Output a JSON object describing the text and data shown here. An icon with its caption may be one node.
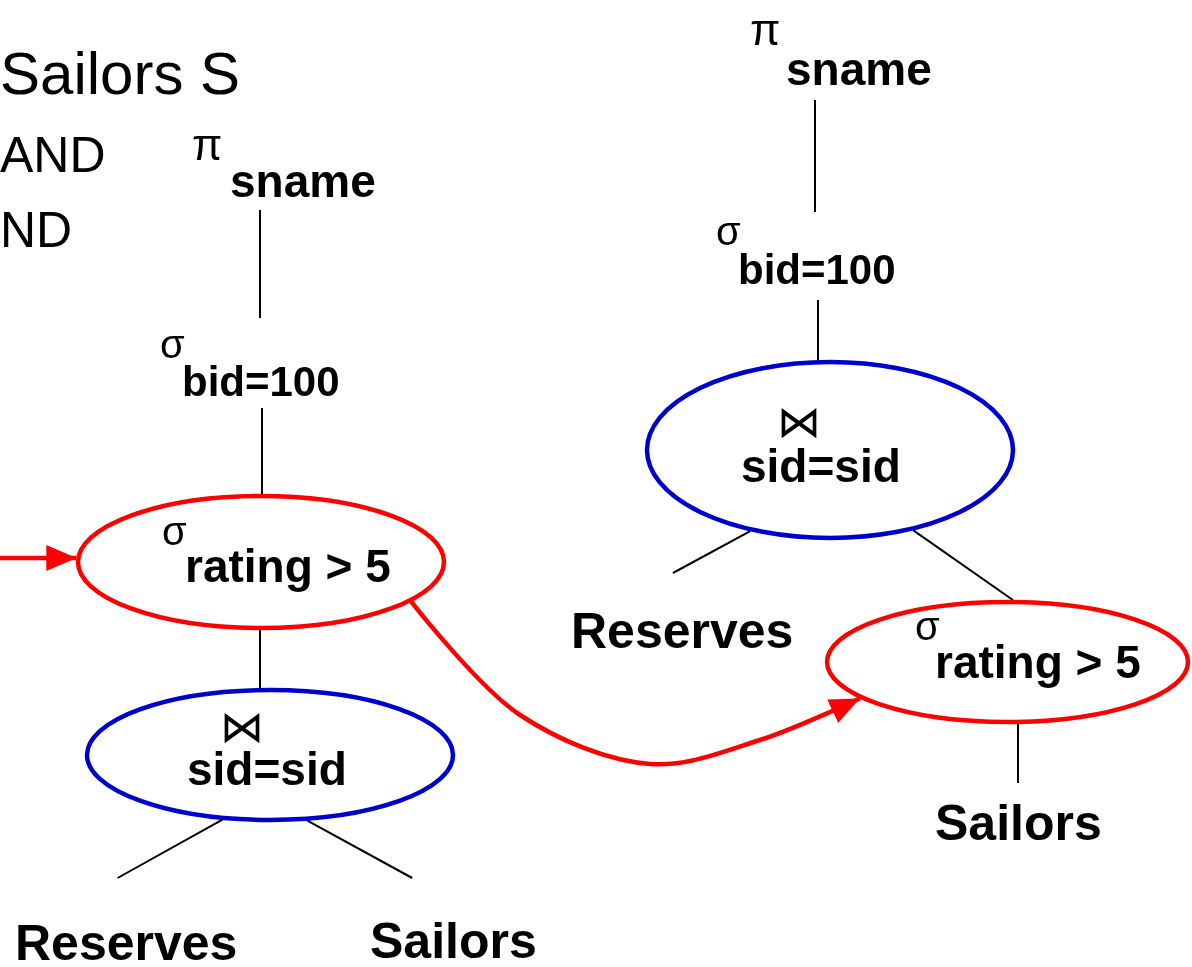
{
  "diagram": {
    "nodes": [
      {
        "text": [
          "π",
          "sname"
        ]
      },
      {
        "text": [
          "σ",
          "bid=100"
        ]
      },
      {
        "text": [
          "σ",
          "rating > 5"
        ]
      },
      {
        "text": [
          "⋈",
          "sid=sid"
        ]
      },
      {
        "text": [
          "Reserves"
        ]
      },
      {
        "text": [
          "Sailors"
        ]
      },
      {
        "text": [
          "π",
          "sname"
        ]
      },
      {
        "text": [
          "σ",
          "bid=100"
        ]
      },
      {
        "text": [
          "⋈",
          "sid=sid"
        ]
      },
      {
        "text": [
          "Reserves"
        ]
      },
      {
        "text": [
          "σ",
          "rating > 5"
        ]
      },
      {
        "text": [
          "Sailors"
        ]
      }
    ],
    "edges": [
      {
        "from": 0,
        "to": 1,
        "arrow": "none"
      },
      {
        "from": 1,
        "to": 2,
        "arrow": "none"
      },
      {
        "from": 2,
        "to": 3,
        "arrow": "none"
      },
      {
        "from": 3,
        "to": 4,
        "arrow": "none"
      },
      {
        "from": 3,
        "to": 5,
        "arrow": "none"
      },
      {
        "from": 6,
        "to": 7,
        "arrow": "none"
      },
      {
        "from": 7,
        "to": 8,
        "arrow": "none"
      },
      {
        "from": 8,
        "to": 9,
        "arrow": "none"
      },
      {
        "from": 8,
        "to": 10,
        "arrow": "none"
      },
      {
        "from": 10,
        "to": 11,
        "arrow": "none"
      },
      {
        "from": null,
        "to": 2,
        "arrow": "to",
        "style": "thick",
        "color": "#ff0000"
      },
      {
        "from": 2,
        "to": 10,
        "arrow": "to",
        "style": "thick",
        "color": "#ff0000"
      }
    ],
    "labels": [
      "Sailors S",
      "AND",
      "ND"
    ]
  }
}
